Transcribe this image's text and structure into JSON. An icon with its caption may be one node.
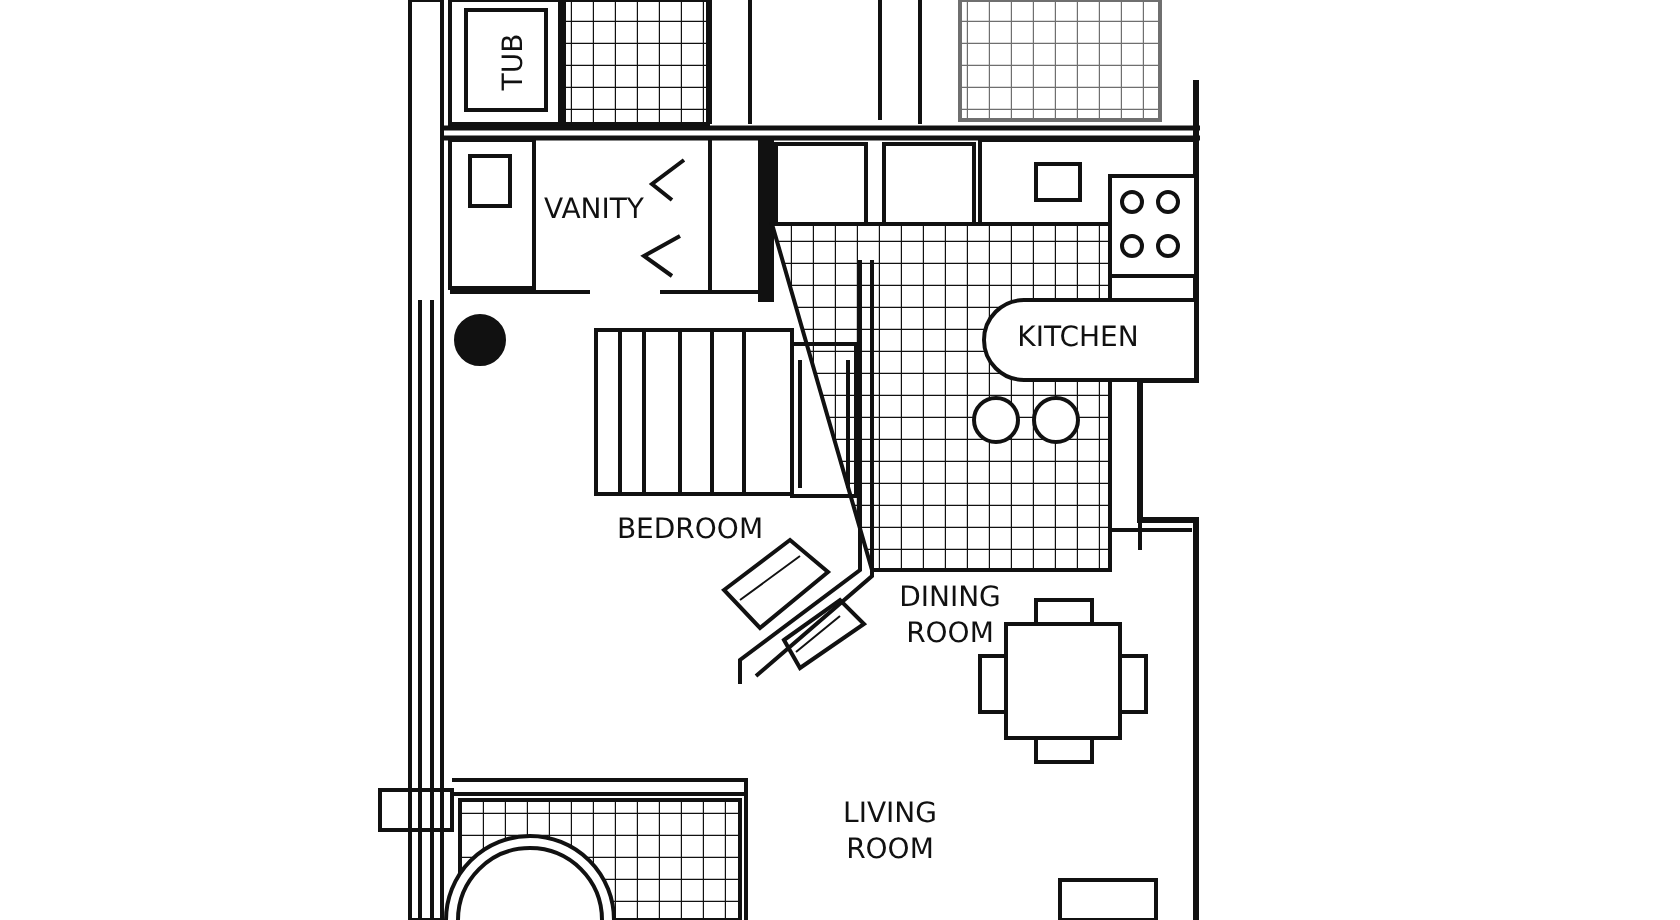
{
  "diagram": {
    "labels": [
      "TUB",
      "VANITY",
      "KITCHEN",
      "BEDROOM",
      "DINING ROOM",
      "LIVING ROOM"
    ]
  }
}
